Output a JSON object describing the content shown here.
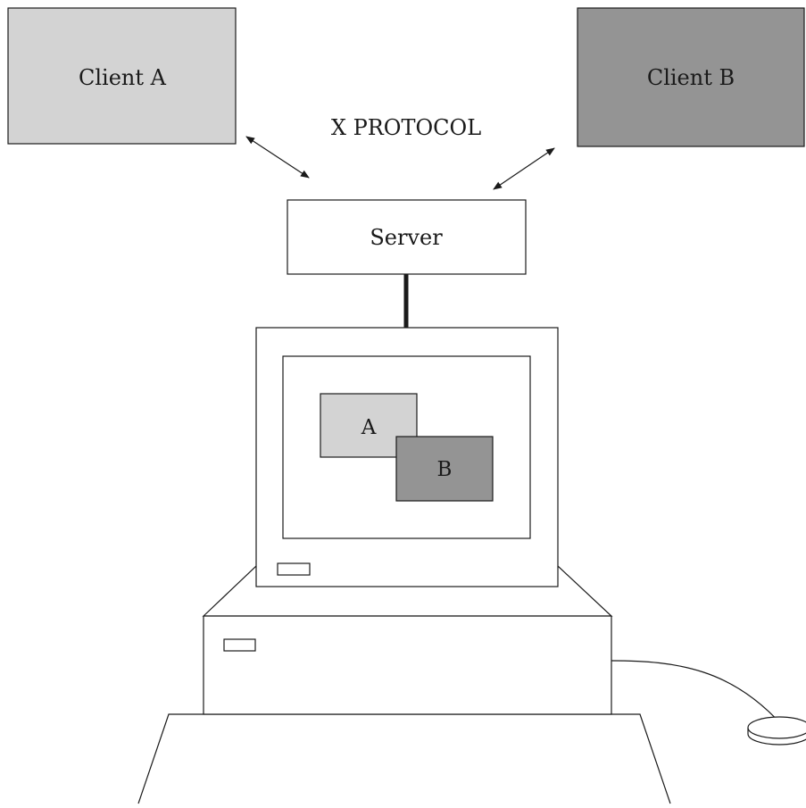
{
  "colors": {
    "client_a": "#d3d3d3",
    "client_b": "#949494",
    "stroke": "#1a1a1a",
    "background": "#ffffff"
  },
  "client_a": {
    "label": "Client A"
  },
  "client_b": {
    "label": "Client B"
  },
  "protocol": {
    "label": "X PROTOCOL"
  },
  "server": {
    "label": "Server"
  },
  "screen": {
    "window_a_label": "A",
    "window_b_label": "B"
  }
}
